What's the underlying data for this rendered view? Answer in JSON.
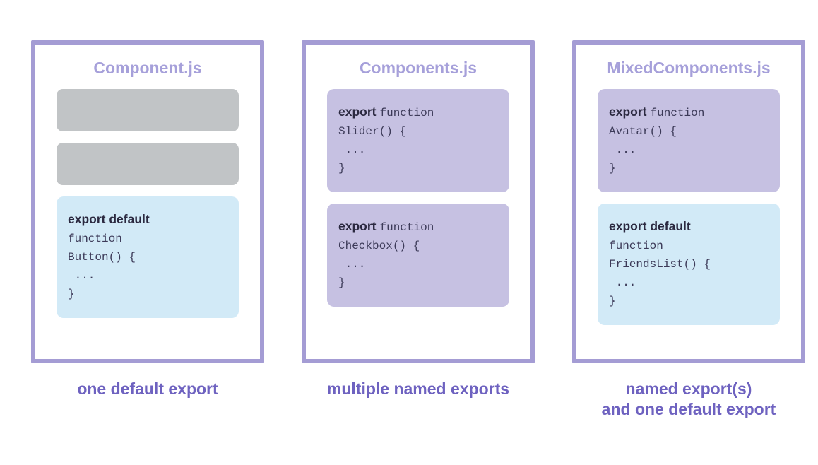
{
  "colors": {
    "panel_border": "#a49cd4",
    "title_text": "#a6a0da",
    "caption_text": "#6e62c0",
    "placeholder_block": "#c1c4c6",
    "named_export_block": "#c6c1e2",
    "default_export_block": "#d2eaf7",
    "code_text": "#3c3a58",
    "keyword_text": "#2b2940"
  },
  "panels": [
    {
      "title": "Component.js",
      "caption_lines": [
        "one default export"
      ],
      "blocks": [
        {
          "type": "placeholder"
        },
        {
          "type": "placeholder"
        },
        {
          "type": "code",
          "style": "default-export",
          "keyword": "export default",
          "lines": [
            "function",
            "Button() {",
            " ...",
            "}"
          ]
        }
      ]
    },
    {
      "title": "Components.js",
      "caption_lines": [
        "multiple named exports"
      ],
      "blocks": [
        {
          "type": "code",
          "style": "named-export",
          "keyword": "export",
          "keyword_rest": "function",
          "lines": [
            "Slider() {",
            " ...",
            "}"
          ]
        },
        {
          "type": "code",
          "style": "named-export",
          "keyword": "export",
          "keyword_rest": "function",
          "lines": [
            "Checkbox() {",
            " ...",
            "}"
          ]
        }
      ]
    },
    {
      "title": "MixedComponents.js",
      "caption_lines": [
        "named export(s)",
        "and one default export"
      ],
      "blocks": [
        {
          "type": "code",
          "style": "named-export",
          "keyword": "export",
          "keyword_rest": "function",
          "lines": [
            "Avatar() {",
            " ...",
            "}"
          ]
        },
        {
          "type": "code",
          "style": "default-export",
          "keyword": "export default",
          "lines": [
            "function",
            "FriendsList() {",
            " ...",
            "}"
          ]
        }
      ]
    }
  ]
}
